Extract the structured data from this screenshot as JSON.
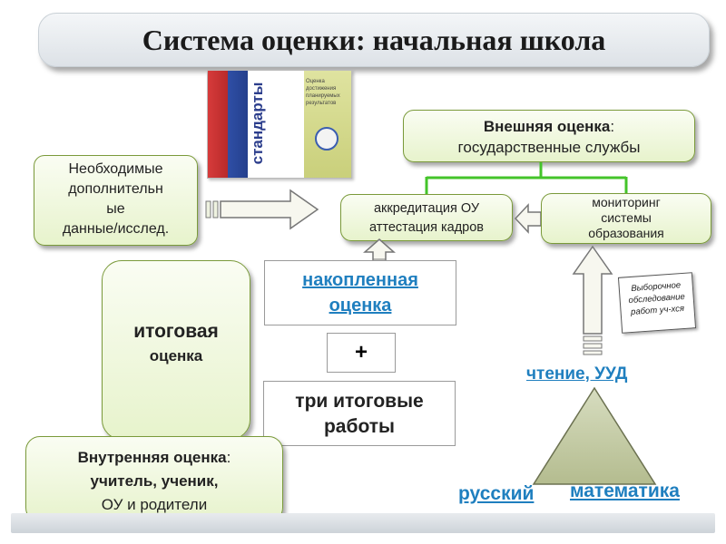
{
  "title": "Система оценки: начальная школа",
  "book": {
    "word": "стандарты",
    "cover_lines": [
      "Оценка",
      "достижения",
      "планируемых",
      "результатов"
    ]
  },
  "external": {
    "bold": "Внешняя оценка",
    "colon": ":",
    "sub": "государственные службы"
  },
  "left_box": {
    "lines": [
      "Необходимые",
      "дополнительн",
      "ые",
      "данные/исслед."
    ]
  },
  "accred": {
    "line1": "аккредитация ОУ",
    "line2": "аттестация кадров"
  },
  "monitoring": {
    "line1": "мониторинг",
    "line2": "системы",
    "line3": "образования"
  },
  "final_box": {
    "line1": "итоговая",
    "line2": "оценка"
  },
  "accumulated": {
    "line1": "накопленная",
    "line2": "оценка"
  },
  "plus": "+",
  "three_works": {
    "line1": "три итоговые",
    "line2": "работы"
  },
  "internal": {
    "bold": "Внутренняя оценка",
    "colon": ":",
    "line2": "учитель, ученик,",
    "line3": "ОУ и родители"
  },
  "sample_note": {
    "line1": "Выборочное",
    "line2": "обследование",
    "line3": "работ уч-хся"
  },
  "pyramid": {
    "top": "чтение, УУД",
    "left": "русский",
    "right": "математика"
  }
}
